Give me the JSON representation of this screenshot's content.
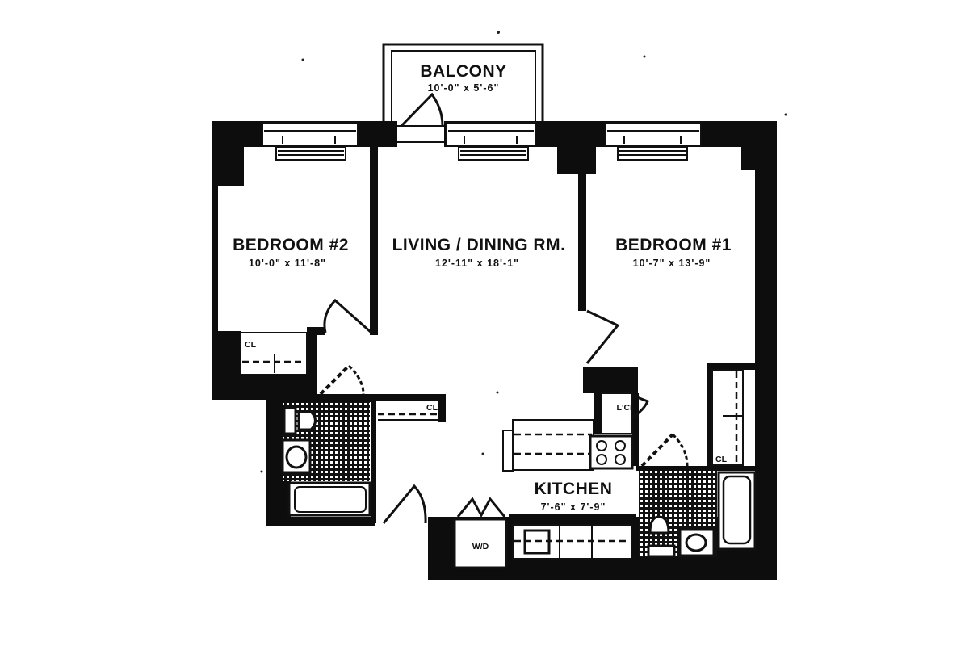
{
  "floor_plan": {
    "rooms": [
      {
        "id": "balcony",
        "name": "BALCONY",
        "dimensions": "10'-0\" x 5'-6\""
      },
      {
        "id": "bedroom-2",
        "name": "BEDROOM #2",
        "dimensions": "10'-0\" x 11'-8\""
      },
      {
        "id": "living-dining",
        "name": "LIVING / DINING RM.",
        "dimensions": "12'-11\" x 18'-1\""
      },
      {
        "id": "bedroom-1",
        "name": "BEDROOM #1",
        "dimensions": "10'-7\" x 13'-9\""
      },
      {
        "id": "kitchen",
        "name": "KITCHEN",
        "dimensions": "7'-6\" x 7'-9\""
      }
    ],
    "tags": {
      "closet_bedroom2": "CL",
      "closet_hall": "CL",
      "closet_bedroom1": "CL",
      "linen_closet": "L'CL",
      "washer_dryer": "W/D"
    },
    "colors": {
      "wall": "#0d0d0d",
      "background": "#ffffff",
      "line": "#111111"
    }
  }
}
